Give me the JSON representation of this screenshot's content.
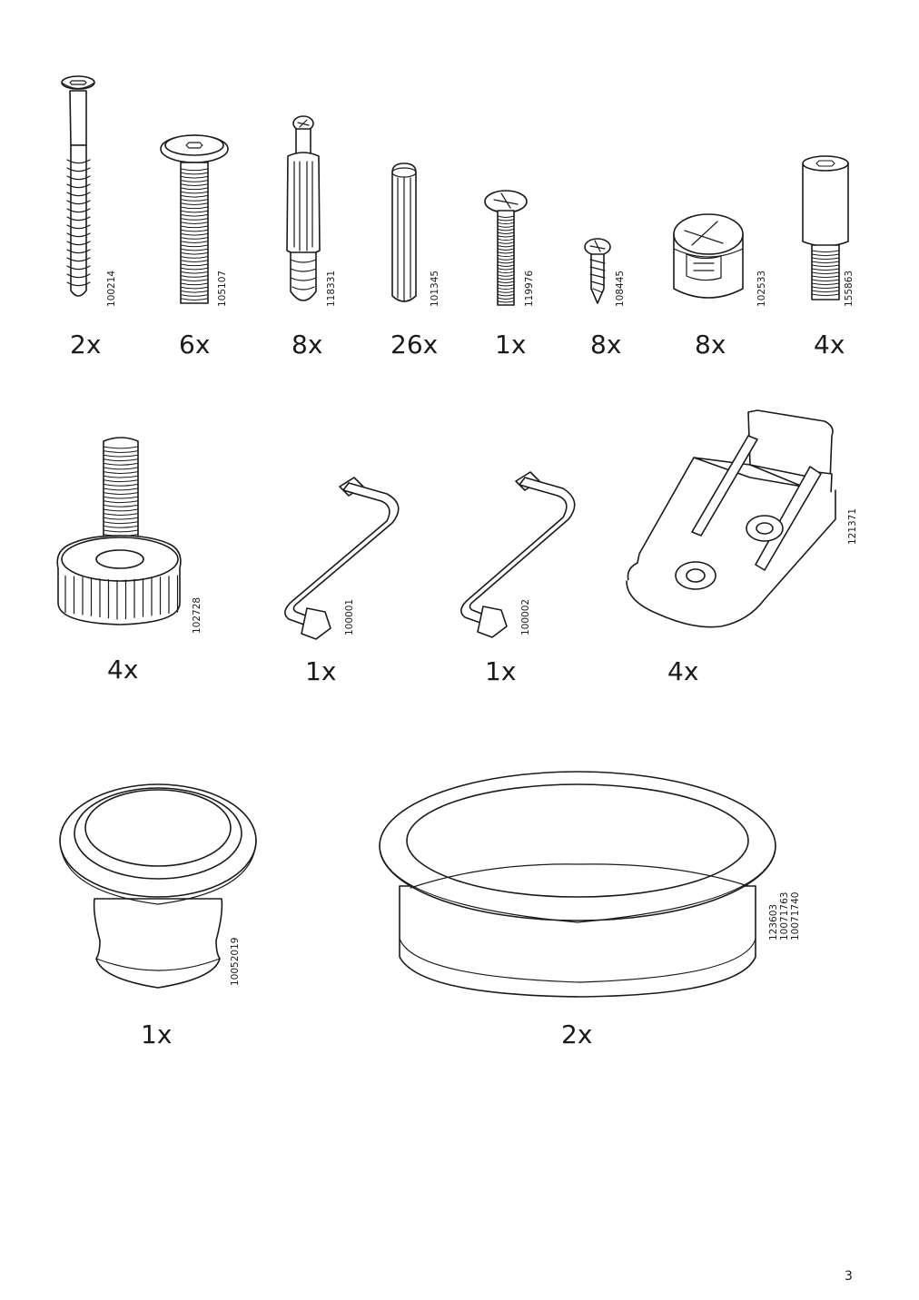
{
  "page_number": "3",
  "parts_row1": [
    {
      "name": "screw-100214",
      "code": "100214",
      "qty": "2x"
    },
    {
      "name": "bolt-105107",
      "code": "105107",
      "qty": "6x"
    },
    {
      "name": "cam-dowel-118331",
      "code": "118331",
      "qty": "8x"
    },
    {
      "name": "wooden-dowel-101345",
      "code": "101345",
      "qty": "26x"
    },
    {
      "name": "screw-119976",
      "code": "119976",
      "qty": "1x"
    },
    {
      "name": "screw-108445",
      "code": "108445",
      "qty": "8x"
    },
    {
      "name": "cam-lock-102533",
      "code": "102533",
      "qty": "8x"
    },
    {
      "name": "connector-bolt-155863",
      "code": "155863",
      "qty": "4x"
    }
  ],
  "parts_row2": [
    {
      "name": "adjustable-foot-102728",
      "code": "102728",
      "qty": "4x"
    },
    {
      "name": "allen-key-100001",
      "code": "100001",
      "qty": "1x"
    },
    {
      "name": "allen-key-100002",
      "code": "100002",
      "qty": "1x"
    },
    {
      "name": "angle-bracket-121371",
      "code": "121371",
      "qty": "4x"
    }
  ],
  "parts_row3": [
    {
      "name": "knob-10052019",
      "codes": [
        "10052019"
      ],
      "qty": "1x"
    },
    {
      "name": "grommet-123603",
      "codes": [
        "123603",
        "10071763",
        "10071740"
      ],
      "qty": "2x"
    }
  ]
}
